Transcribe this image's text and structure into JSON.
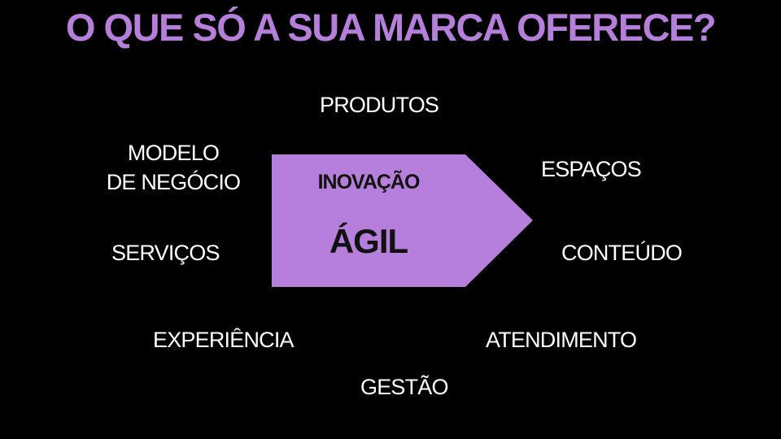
{
  "slide": {
    "title": "O QUE SÓ A SUA MARCA OFERECE?",
    "accent_color": "#b67fdc",
    "background_color": "#000000",
    "text_color": "#ffffff",
    "arrow": {
      "line1": "INOVAÇÃO",
      "line2": "ÁGIL"
    },
    "left_items": {
      "modelo_line1": "MODELO",
      "modelo_line2": "DE NEGÓCIO",
      "servicos": "SERVIÇOS",
      "experiencia": "EXPERIÊNCIA"
    },
    "top_items": {
      "produtos": "PRODUTOS"
    },
    "right_items": {
      "espacos": "ESPAÇOS",
      "conteudo": "CONTEÚDO",
      "atendimento": "ATENDIMENTO"
    },
    "bottom_items": {
      "gestao": "GESTÃO"
    }
  }
}
